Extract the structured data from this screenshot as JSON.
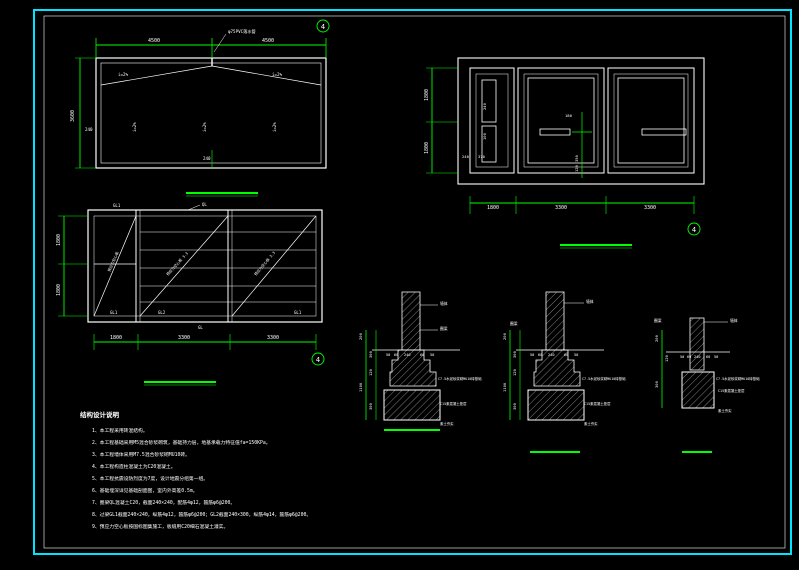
{
  "colors": {
    "background": "#000000",
    "frame": "#00e5ff",
    "linework": "#ffffff",
    "dimension": "#00ff00",
    "hatch": "#ffffff",
    "note_text": "#ffffff",
    "marker": "#00ff00"
  },
  "roof_plan": {
    "marker": "4",
    "dim_top": [
      "4500",
      "4500"
    ],
    "ridge_note": "φ75PVC落水管",
    "slope_left": "i=2%",
    "slope_right": "i=2%",
    "dim_side": "3600",
    "dim_left_small": "240",
    "dim_bottom_small": "240",
    "falls": [
      "i=2%",
      "i=2%",
      "i=2%"
    ]
  },
  "foundation_plan": {
    "dims_left": [
      "1800",
      "1800"
    ],
    "dims_bottom": [
      "1800",
      "3300",
      "3300"
    ],
    "marker": "4",
    "labels": [
      "180",
      "240",
      "370",
      "350",
      "120",
      "240",
      "100"
    ]
  },
  "beam_plan": {
    "dims_left": [
      "1800",
      "1800"
    ],
    "dims_bottom": [
      "1800",
      "3300",
      "3300"
    ],
    "marker": "4",
    "top_labels": [
      "GL1",
      "QL"
    ],
    "bottom_labels": [
      "GL1",
      "GL2",
      "GL",
      "GL1"
    ],
    "diag_labels": [
      "预应力空心板",
      "预应力空心板 3.3",
      "预应力空心板 3.3"
    ]
  },
  "sections": [
    {
      "name": "section-1",
      "top_note": "墙体",
      "side_note": "圈梁",
      "dims": [
        "200",
        "300",
        "120",
        "1100",
        "300"
      ],
      "bottom_dims": [
        "50",
        "60",
        "240",
        "60",
        "50"
      ],
      "notes": [
        "C7.5水泥砂浆砌MU10砖基础",
        "C15素混凝土垫层"
      ],
      "base_label": "素土夯实"
    },
    {
      "name": "section-2",
      "top_note": "墙体",
      "side_note": "圈梁",
      "dims": [
        "200",
        "300",
        "120",
        "1100",
        "300"
      ],
      "bottom_dims": [
        "50",
        "60",
        "240",
        "60",
        "50"
      ],
      "notes": [
        "C7.5水泥砂浆砌MU10砖基础",
        "C15素混凝土垫层"
      ],
      "base_label": "素土夯实"
    },
    {
      "name": "section-3",
      "top_note": "圈梁",
      "side_note": "墙体",
      "dims": [
        "200",
        "120",
        "300"
      ],
      "bottom_dims": [
        "50",
        "60",
        "240",
        "60",
        "50"
      ],
      "notes": [
        "C7.5水泥砂浆砌MU10砖基础",
        "C15素混凝土垫层"
      ],
      "base_label": "素土夯实"
    }
  ],
  "notes": {
    "title": "结构设计说明",
    "items": [
      "1、本工程采用砖混结构。",
      "2、本工程基础采用M5混合砂浆砌筑，基础持力层，地基承载力特征值fa=150KPa。",
      "3、本工程墙体采用M7.5混合砂浆砌MU10砖。",
      "4、本工程构造柱混凝土为C20混凝土。",
      "5、本工程抗震设防烈度为7度，设计地震分组第一组。",
      "6、基础埋深详见基础剖面图，室内外高差0.5m。",
      "7、圈梁QL混凝土C20，截面240×240，配筋4φ12，箍筋φ6@200。",
      "8、过梁GL1截面240×240，纵筋4φ12，箍筋φ6@200；GL2截面240×300，纵筋4φ14，箍筋φ6@200。",
      "9、预应力空心板按国标图集施工，板缝用C20细石混凝土灌实。"
    ]
  }
}
